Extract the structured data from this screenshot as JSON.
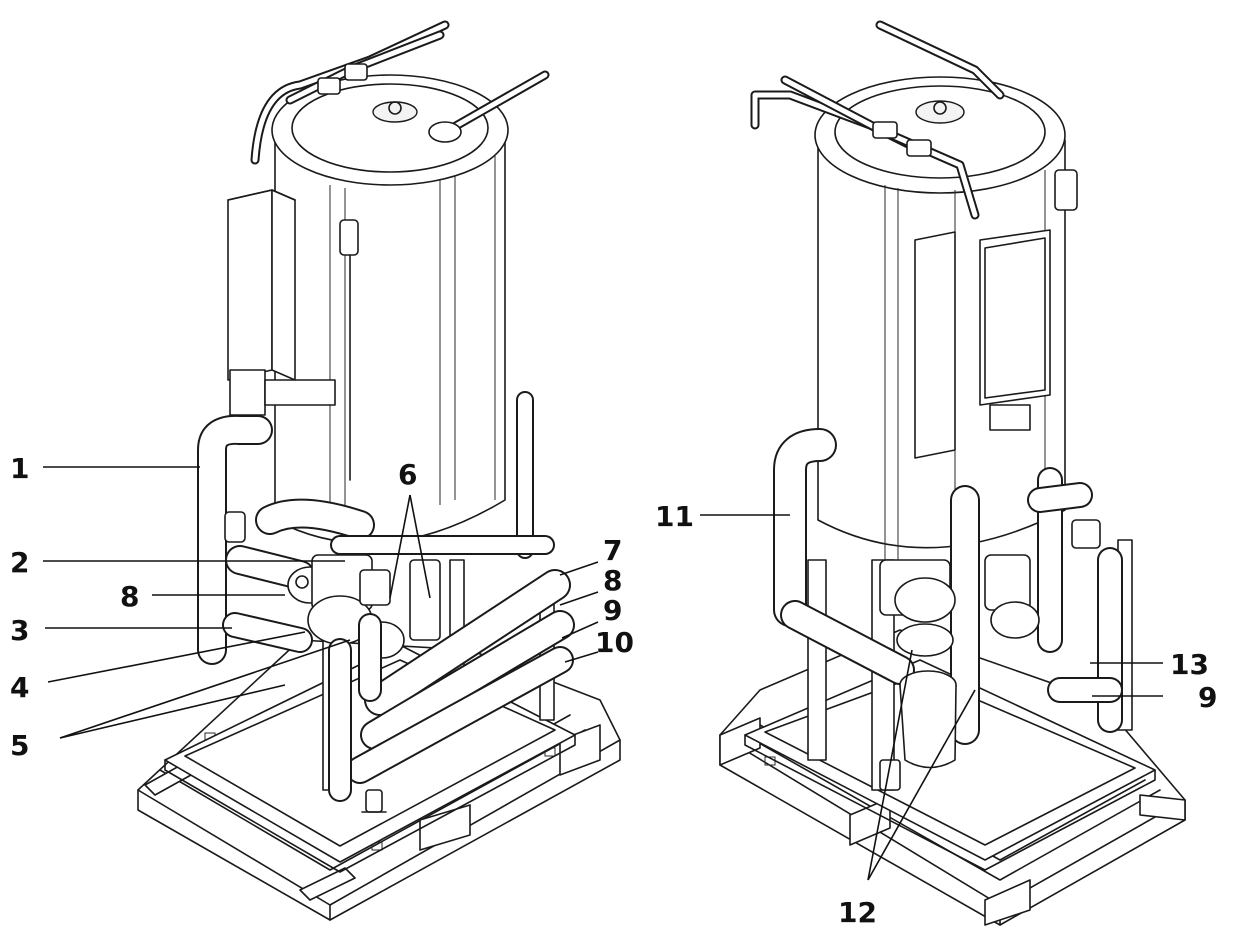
{
  "figure": {
    "views": [
      {
        "id": "left-view",
        "callouts": [
          {
            "label": "1"
          },
          {
            "label": "2"
          },
          {
            "label": "8"
          },
          {
            "label": "3"
          },
          {
            "label": "4"
          },
          {
            "label": "5"
          },
          {
            "label": "6"
          },
          {
            "label": "7"
          },
          {
            "label": "8"
          },
          {
            "label": "9"
          },
          {
            "label": "10"
          }
        ]
      },
      {
        "id": "right-view",
        "callouts": [
          {
            "label": "11"
          },
          {
            "label": "13"
          },
          {
            "label": "9"
          },
          {
            "label": "12"
          }
        ]
      }
    ]
  }
}
